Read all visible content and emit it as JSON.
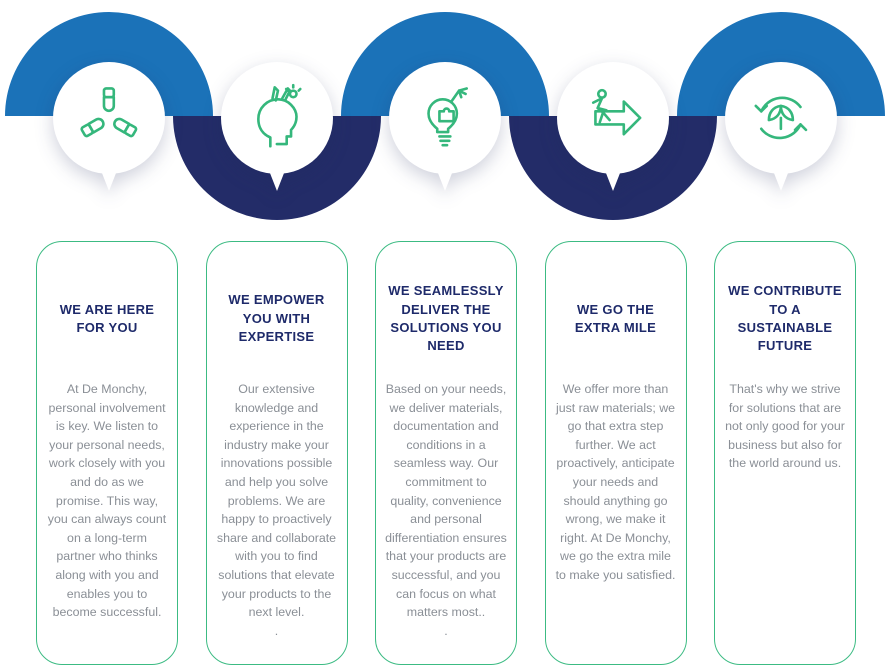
{
  "colors": {
    "blue": "#1B72B8",
    "navy": "#232C68",
    "green": "#35B77C",
    "card_border": "#3CBB83",
    "title": "#1E2A6A",
    "body_text": "#8A8F96"
  },
  "steps": [
    {
      "icon": "hands-together-icon",
      "title": "WE ARE HERE FOR YOU",
      "body": "At De Monchy, personal involvement is key. We listen to your personal needs, work closely with you and do as we promise. This way, you can always count on a long-term partner who thinks along with you and enables you to become successful."
    },
    {
      "icon": "head-ideas-icon",
      "title": "WE EMPOWER YOU WITH EXPERTISE",
      "body": "Our extensive knowledge and experience in the industry make your innovations possible and help you solve problems. We are happy to proactively share and collaborate with you to find solutions that elevate your products to the next level.",
      "extra": "."
    },
    {
      "icon": "bulb-puzzle-icon",
      "title": "WE SEAMLESSLY DELIVER THE SOLUTIONS YOU NEED",
      "body": "Based on your needs, we deliver materials, documentation and conditions in a seamless way. Our commitment to quality, convenience and personal differentiation ensures that your products are successful, and you can focus on what matters most..",
      "extra": "."
    },
    {
      "icon": "runner-arrow-icon",
      "title": "WE GO THE EXTRA MILE",
      "body": "We offer more than just raw materials; we go that extra step further. We act proactively, anticipate your needs and should anything go wrong, we make it right. At De Monchy, we go the extra mile to make you satisfied."
    },
    {
      "icon": "leaves-recycle-icon",
      "title": "WE CONTRIBUTE TO A SUSTAINABLE FUTURE",
      "body": "That's why we strive for solutions that are not only good for your business but also for the world around us."
    }
  ]
}
